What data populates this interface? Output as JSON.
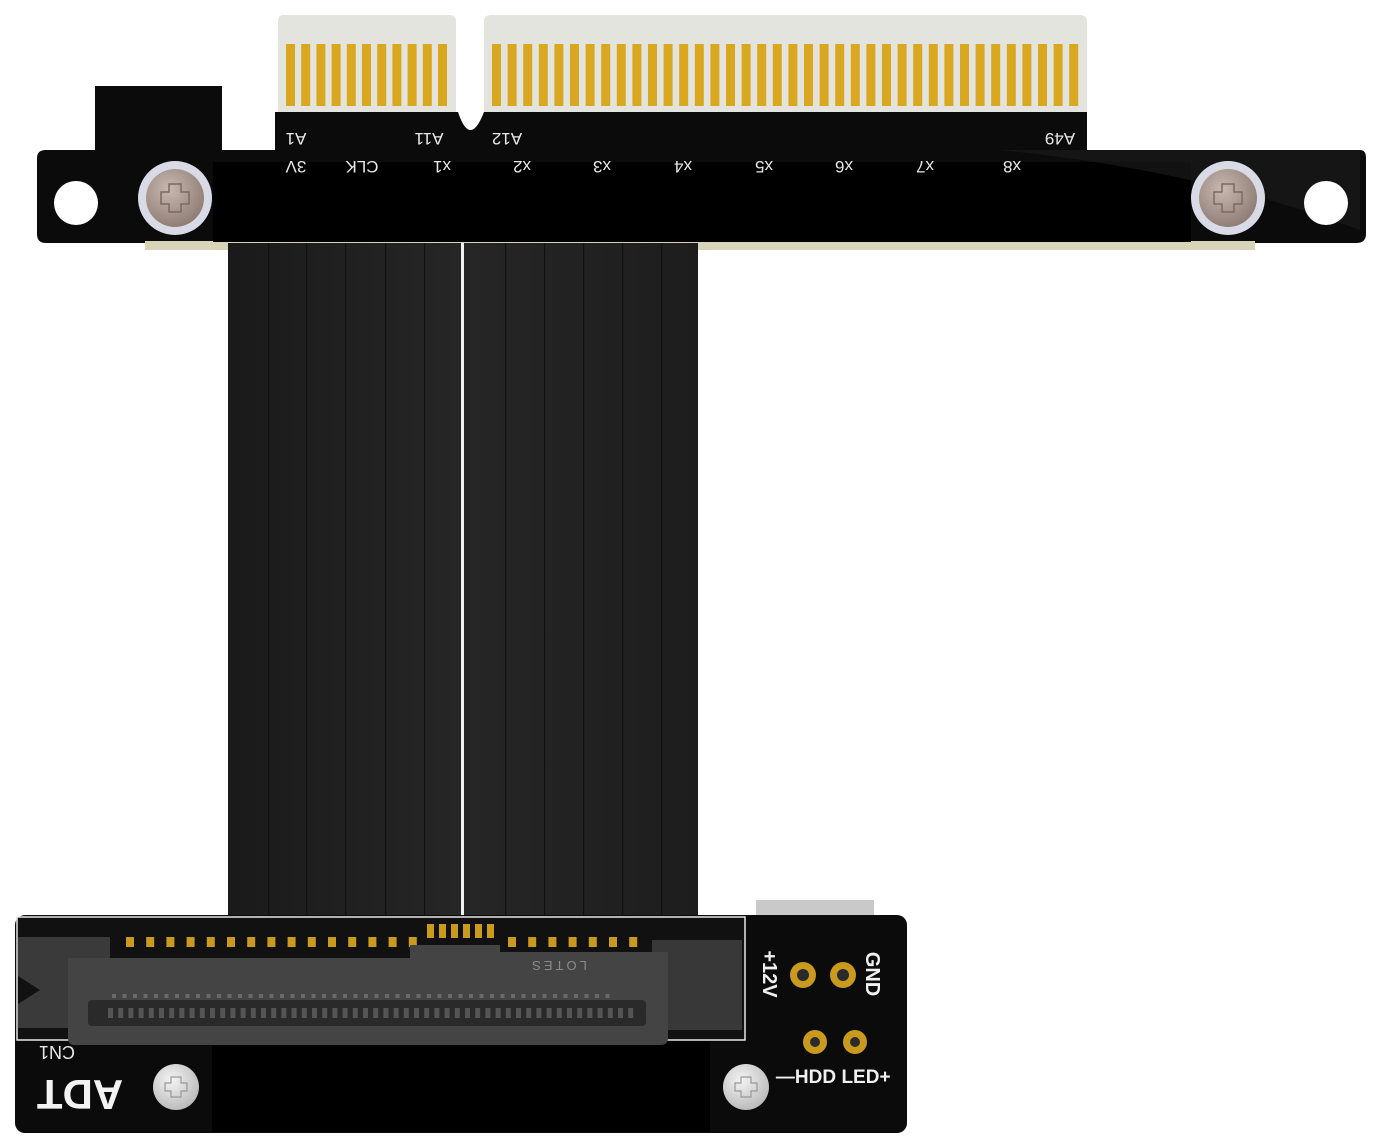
{
  "top_board": {
    "pin_labels": {
      "a1": "A1",
      "a11": "A11",
      "a12": "A12",
      "a49": "A49"
    },
    "lane_labels": [
      "3V",
      "CLK",
      "x1",
      "x2",
      "x3",
      "x4",
      "x5",
      "x6",
      "x7",
      "x8"
    ]
  },
  "bottom_board": {
    "connector_label": "CN1",
    "brand": "ADT",
    "chip_marking": "LOTES",
    "power_labels": {
      "plus12v": "+12V",
      "gnd": "GND",
      "hdd": "—HDD",
      "led": "LED+"
    }
  },
  "colors": {
    "pcb_black": "#0b0b0b",
    "ribbon": "#222222",
    "gold_finger": "#d9a820",
    "pad_gold": "#c99a1e",
    "screw": "#d8d8d8",
    "silkscreen": "#e8e8e8"
  }
}
